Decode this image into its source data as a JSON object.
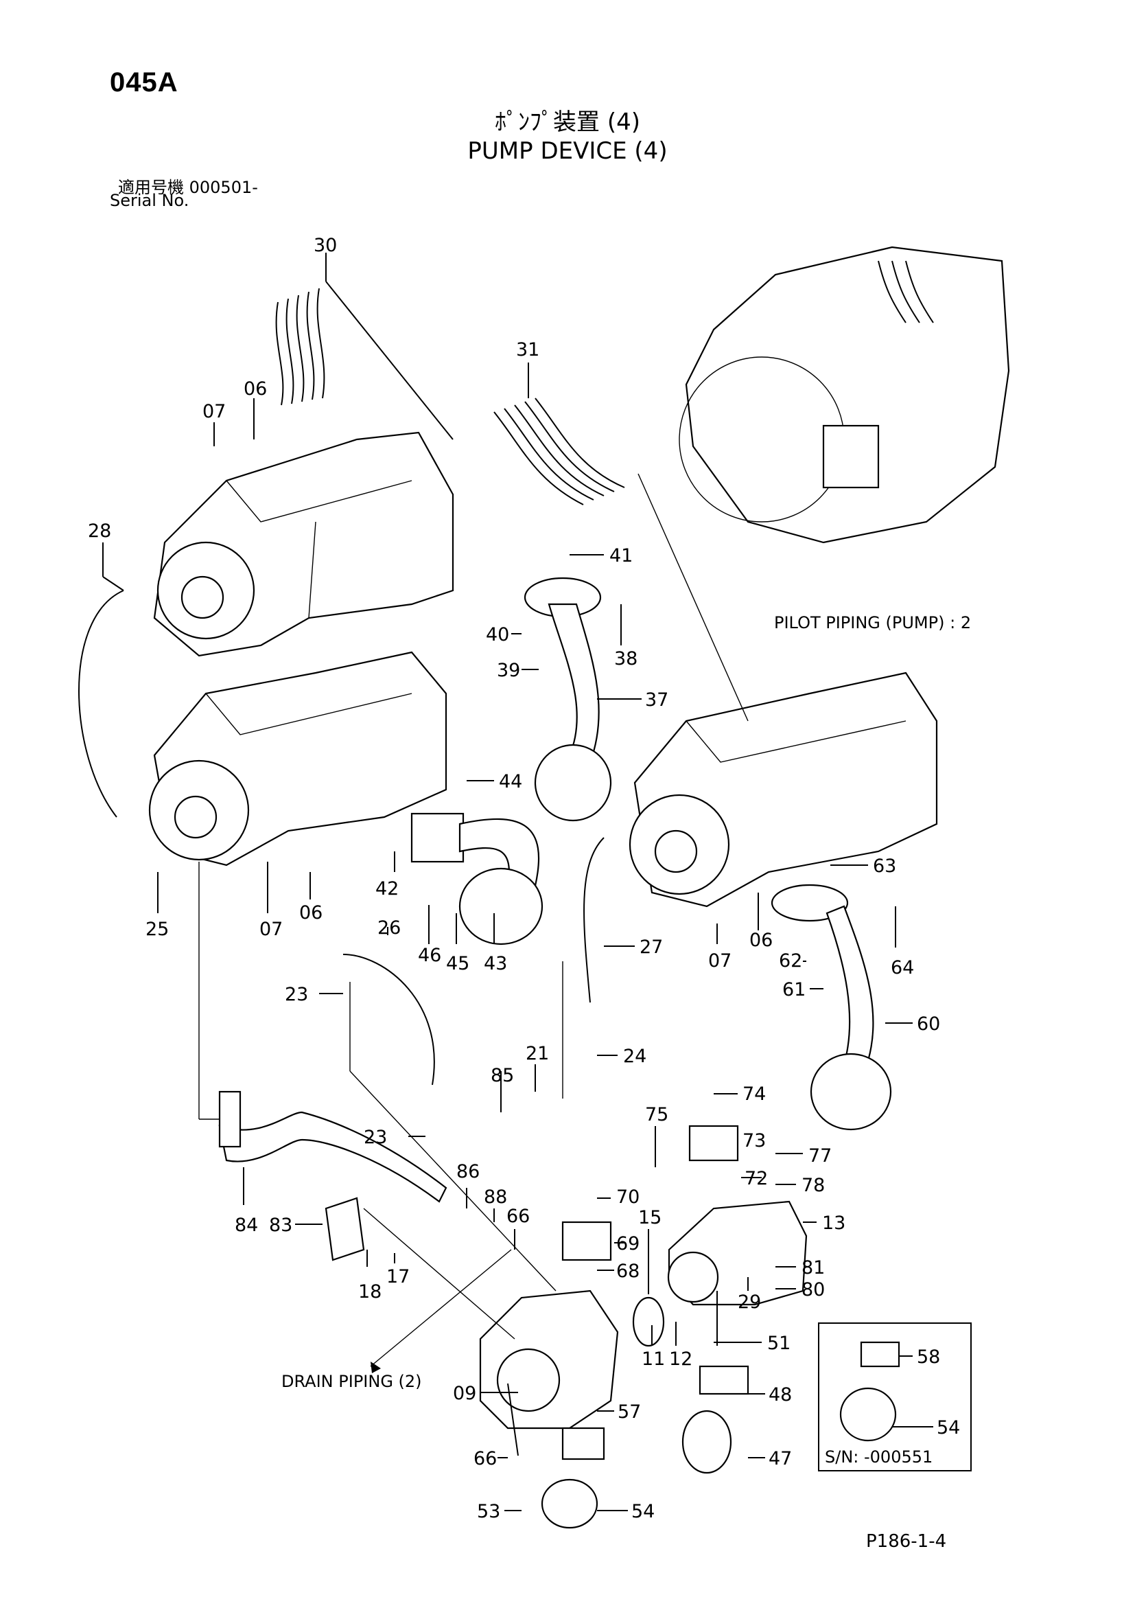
{
  "page_id": "045A",
  "title_jp": "ﾎﾟﾝﾌﾟ装置 (4)",
  "title_en": "PUMP DEVICE (4)",
  "serial_jp": "適用号機  000501-",
  "serial_en": "Serial No.",
  "page_code": "P186-1-4",
  "notes": {
    "pilot_piping": "PILOT PIPING (PUMP) : 2",
    "drain_piping": "DRAIN PIPING (2)",
    "inset_serial": "S/N: -000551"
  },
  "callouts": [
    "30",
    "31",
    "06",
    "07",
    "28",
    "41",
    "40",
    "38",
    "39",
    "37",
    "44",
    "42",
    "06",
    "07",
    "25",
    "46",
    "45",
    "43",
    "27",
    "63",
    "06",
    "07",
    "62",
    "64",
    "61",
    "60",
    "26",
    "23",
    "24",
    "21",
    "85",
    "74",
    "75",
    "73",
    "23",
    "77",
    "72",
    "78",
    "86",
    "88",
    "70",
    "66",
    "15",
    "13",
    "84",
    "83",
    "69",
    "68",
    "81",
    "80",
    "17",
    "18",
    "29",
    "58",
    "11",
    "12",
    "51",
    "09",
    "57",
    "48",
    "54",
    "66",
    "47",
    "53",
    "54"
  ]
}
